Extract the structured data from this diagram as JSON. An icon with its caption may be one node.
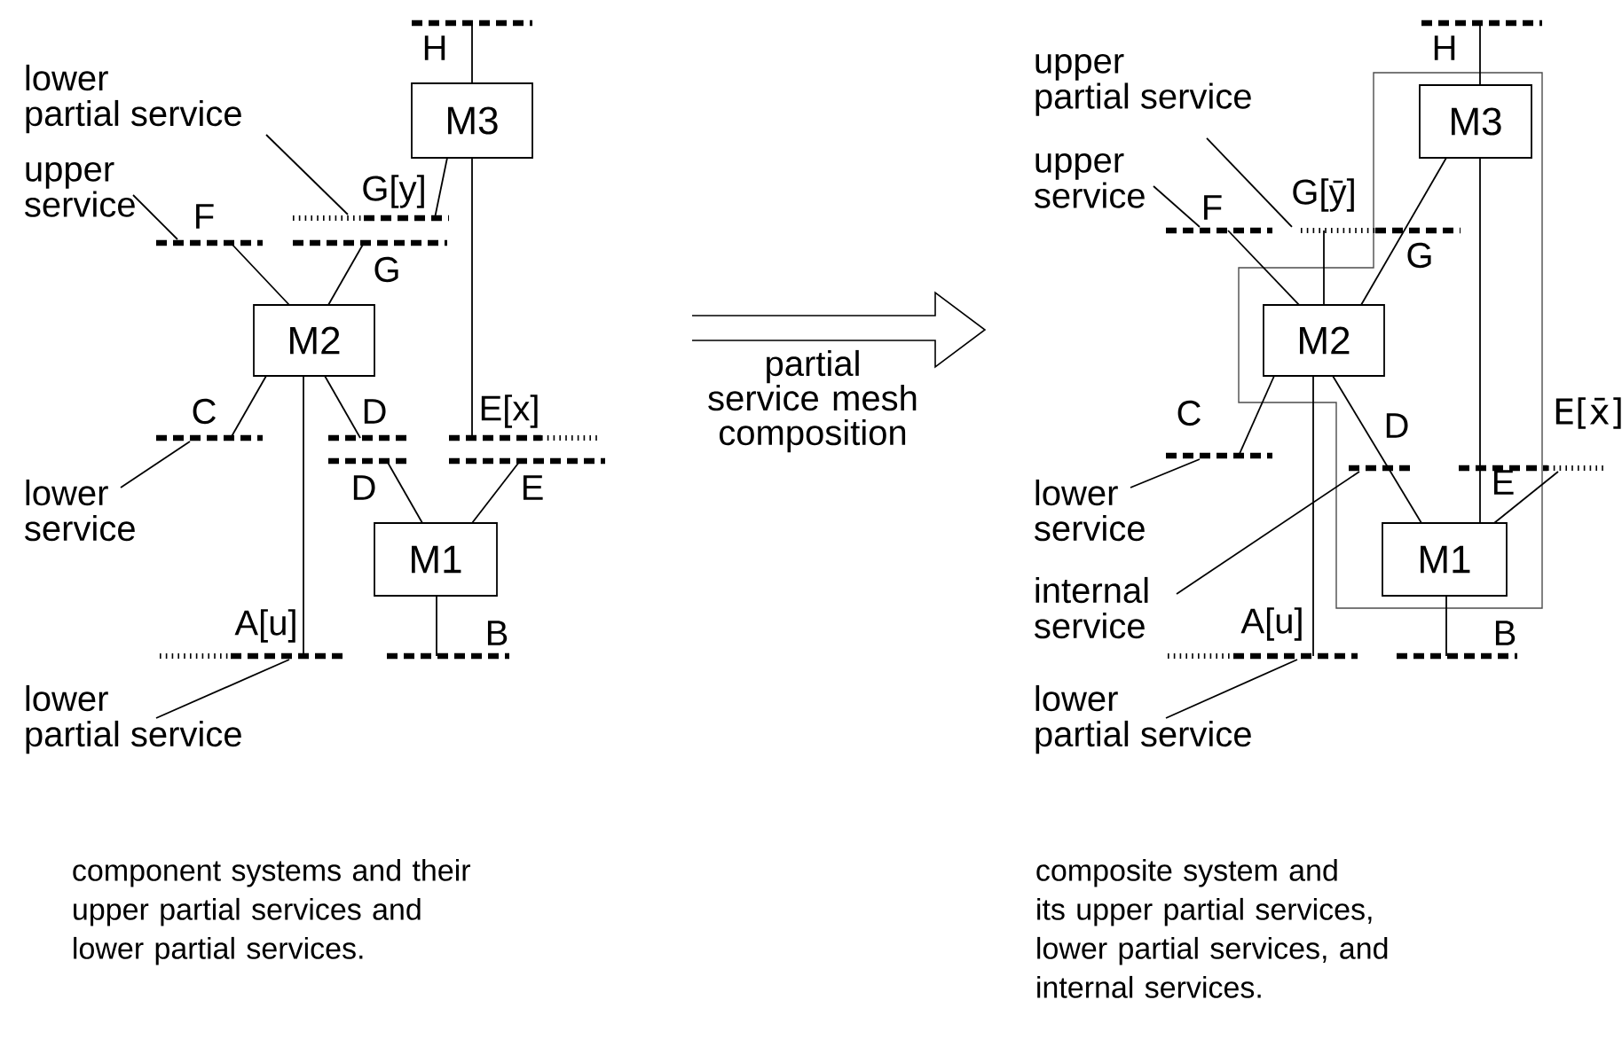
{
  "diagram": {
    "nodes": [
      {
        "text": [
          "lower partial service"
        ]
      },
      {
        "text": [],
        "shape": "bar",
        "beside": [
          "H"
        ]
      },
      {
        "text": [
          "M3"
        ]
      },
      {
        "text": [],
        "shape": "bar",
        "beside": [
          "G[y]"
        ]
      },
      {
        "text": [
          "upper service"
        ]
      },
      {
        "text": [],
        "shape": "bar",
        "beside": [
          "F"
        ]
      },
      {
        "text": [],
        "shape": "bar",
        "beside": [
          "G"
        ]
      },
      {
        "text": [
          "M2"
        ]
      },
      {
        "text": [],
        "shape": "bar",
        "beside": [
          "C"
        ]
      },
      {
        "text": [],
        "shape": "bar",
        "beside": [
          "D"
        ]
      },
      {
        "text": [],
        "shape": "bar",
        "beside": [
          "E[x]"
        ]
      },
      {
        "text": [],
        "shape": "bar",
        "beside": [
          "D"
        ]
      },
      {
        "text": [],
        "shape": "bar",
        "beside": [
          "E"
        ]
      },
      {
        "text": [
          "lower service"
        ]
      },
      {
        "text": [
          "M1"
        ]
      },
      {
        "text": [],
        "shape": "bar",
        "beside": [
          "A[u]"
        ]
      },
      {
        "text": [],
        "shape": "bar",
        "beside": [
          "B"
        ]
      },
      {
        "text": [
          "lower partial service"
        ]
      },
      {
        "text": [
          "upper partial service"
        ]
      },
      {
        "text": [],
        "shape": "bar",
        "beside": [
          "H"
        ]
      },
      {
        "text": [
          "M3"
        ]
      },
      {
        "text": [
          "upper service"
        ]
      },
      {
        "text": [],
        "shape": "bar",
        "beside": [
          "F"
        ]
      },
      {
        "text": [],
        "shape": "bar",
        "beside": [
          "G[ȳ]",
          "G"
        ]
      },
      {
        "text": [
          "M2"
        ]
      },
      {
        "text": [],
        "shape": "bar",
        "beside": [
          "C"
        ]
      },
      {
        "text": [],
        "shape": "bar",
        "beside": [
          "D"
        ]
      },
      {
        "text": [],
        "shape": "bar",
        "beside": [
          "E[x̄]",
          "E"
        ]
      },
      {
        "text": [
          "lower service"
        ]
      },
      {
        "text": [
          "M1"
        ]
      },
      {
        "text": [
          "internal service"
        ]
      },
      {
        "text": [],
        "shape": "bar",
        "beside": [
          "A[u]"
        ]
      },
      {
        "text": [],
        "shape": "bar",
        "beside": [
          "B"
        ]
      },
      {
        "text": [
          "lower partial service"
        ]
      }
    ],
    "edges": [
      {
        "from": 0,
        "to": 3,
        "arrow": "none"
      },
      {
        "from": 1,
        "to": 2,
        "arrow": "none"
      },
      {
        "from": 2,
        "to": 3,
        "arrow": "none"
      },
      {
        "from": 4,
        "to": 5,
        "arrow": "none"
      },
      {
        "from": 5,
        "to": 7,
        "arrow": "none"
      },
      {
        "from": 6,
        "to": 7,
        "arrow": "none"
      },
      {
        "from": 7,
        "to": 8,
        "arrow": "none"
      },
      {
        "from": 7,
        "to": 9,
        "arrow": "none"
      },
      {
        "from": 7,
        "to": 15,
        "arrow": "none"
      },
      {
        "from": 2,
        "to": 10,
        "arrow": "none"
      },
      {
        "from": 11,
        "to": 14,
        "arrow": "none"
      },
      {
        "from": 12,
        "to": 14,
        "arrow": "none"
      },
      {
        "from": 13,
        "to": 8,
        "arrow": "none"
      },
      {
        "from": 14,
        "to": 16,
        "arrow": "none"
      },
      {
        "from": 17,
        "to": 15,
        "arrow": "none"
      },
      {
        "from": 18,
        "to": 23,
        "arrow": "none"
      },
      {
        "from": 19,
        "to": 20,
        "arrow": "none"
      },
      {
        "from": 21,
        "to": 22,
        "arrow": "none"
      },
      {
        "from": 22,
        "to": 24,
        "arrow": "none"
      },
      {
        "from": 23,
        "to": 24,
        "arrow": "none"
      },
      {
        "from": 20,
        "to": 24,
        "arrow": "none"
      },
      {
        "from": 24,
        "to": 25,
        "arrow": "none"
      },
      {
        "from": 24,
        "to": 29,
        "arrow": "none"
      },
      {
        "from": 24,
        "to": 31,
        "arrow": "none"
      },
      {
        "from": 20,
        "to": 29,
        "arrow": "none"
      },
      {
        "from": 27,
        "to": 29,
        "arrow": "none"
      },
      {
        "from": 28,
        "to": 25,
        "arrow": "none"
      },
      {
        "from": 29,
        "to": 32,
        "arrow": "none"
      },
      {
        "from": 30,
        "to": 26,
        "arrow": "none"
      },
      {
        "from": 33,
        "to": 31,
        "arrow": "none"
      }
    ],
    "labels": [
      "partial service mesh composition",
      "component systems and their upper partial services and lower partial services.",
      "composite system and its upper partial services, lower partial services, and internal services."
    ]
  }
}
